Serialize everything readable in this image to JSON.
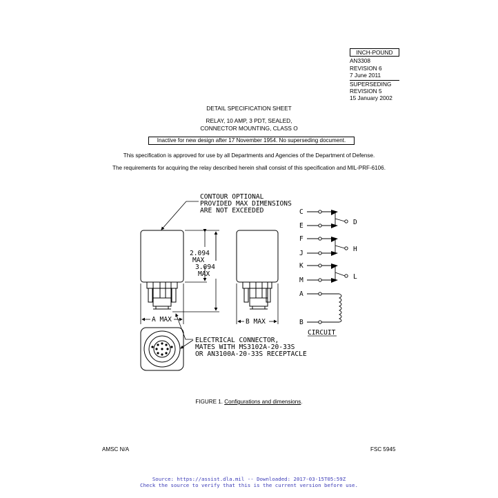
{
  "header": {
    "box_label": "INCH-POUND",
    "lines": [
      "AN3308",
      "REVISION 6",
      "7 June 2011"
    ],
    "superseding": [
      "SUPERSEDING",
      "REVISION 5",
      "15 January 2002"
    ]
  },
  "doc": {
    "title": "DETAIL SPECIFICATION SHEET",
    "subtitle_1": "RELAY, 10 AMP, 3 PDT, SEALED,",
    "subtitle_2": "CONNECTOR MOUNTING, CLASS O",
    "inactive_note": "Inactive for new design after 17 November 1954.  No superseding document.",
    "approval": "This specification is approved for use by all Departments and Agencies of the Department of Defense.",
    "requirements": "The requirements for acquiring the relay described herein shall consist of this specification and MIL-PRF-6106."
  },
  "figure": {
    "note_top": [
      "CONTOUR OPTIONAL",
      "PROVIDED MAX DIMENSIONS",
      "ARE NOT EXCEEDED"
    ],
    "dim_inner": [
      "2.094",
      "MAX"
    ],
    "dim_outer": [
      "3.094",
      "MAX"
    ],
    "dim_a": "A MAX",
    "dim_b": "B MAX",
    "connector_note": [
      "ELECTRICAL CONNECTOR,",
      "MATES WITH MS3102A-20-33S",
      "OR AN3100A-20-33S RECEPTACLE"
    ],
    "terminals_left": [
      "C",
      "E",
      "F",
      "J",
      "K",
      "M",
      "A",
      "B"
    ],
    "terminals_right": [
      "D",
      "H",
      "L"
    ],
    "circuit_label": "CIRCUIT",
    "caption_prefix": "FIGURE 1. ",
    "caption_main": "Configurations and dimensions",
    "caption_suffix": "."
  },
  "footer": {
    "amsc": "AMSC  N/A",
    "fsc": "FSC 5945",
    "source_1": "Source: https://assist.dla.mil -- Downloaded: 2017-03-15T05:59Z",
    "source_2": "Check the source to verify that this is the current version before use."
  }
}
